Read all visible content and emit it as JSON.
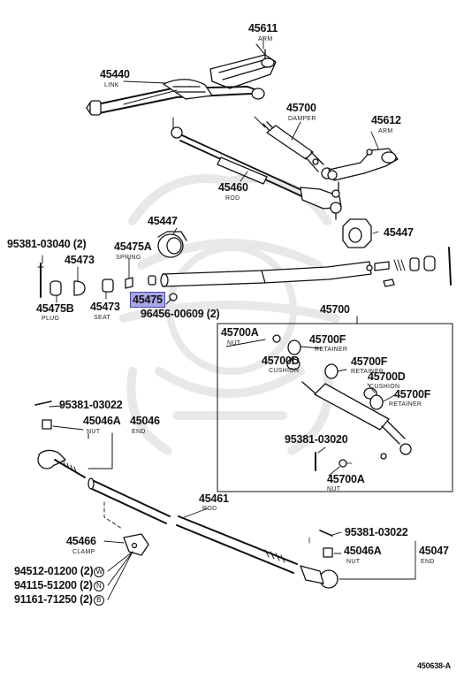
{
  "parts": {
    "p45611": {
      "num": "45611",
      "name": "ARM"
    },
    "p45440": {
      "num": "45440",
      "name": "LINK"
    },
    "p45700_damper": {
      "num": "45700",
      "name": "DAMPER"
    },
    "p45612": {
      "num": "45612",
      "name": "ARM"
    },
    "p45460": {
      "num": "45460",
      "name": "ROD"
    },
    "p45447_left": {
      "num": "45447"
    },
    "p45447_right": {
      "num": "45447"
    },
    "p95381_03040": {
      "num": "95381-03040 (2)"
    },
    "p45475A": {
      "num": "45475A",
      "name": "SPRING"
    },
    "p45473_top": {
      "num": "45473"
    },
    "p45475": {
      "num": "45475"
    },
    "p45475B": {
      "num": "45475B",
      "name": "PLUG"
    },
    "p45473_seat": {
      "num": "45473",
      "name": "SEAT"
    },
    "p96456": {
      "num": "96456-00609 (2)"
    },
    "p45700_kit": {
      "num": "45700"
    },
    "p45700A_nut_top": {
      "num": "45700A",
      "name": "NUT"
    },
    "p45700F_1": {
      "num": "45700F",
      "name": "RETAINER"
    },
    "p45700D_1": {
      "num": "45700D",
      "name": "CUSHION"
    },
    "p45700F_2": {
      "num": "45700F",
      "name": "RETAINER"
    },
    "p45700D_2": {
      "num": "45700D",
      "name": "CUSHION"
    },
    "p45700F_3": {
      "num": "45700F",
      "name": "RETAINER"
    },
    "p95381_03020": {
      "num": "95381-03020"
    },
    "p45700A_nut_bottom": {
      "num": "45700A",
      "name": "NUT"
    },
    "p95381_03022_left": {
      "num": "95381-03022"
    },
    "p45046A_left": {
      "num": "45046A",
      "name": "NUT"
    },
    "p45046": {
      "num": "45046",
      "name": "END"
    },
    "p45461": {
      "num": "45461",
      "name": "ROD"
    },
    "p45466": {
      "num": "45466",
      "name": "CLAMP"
    },
    "p95381_03022_right": {
      "num": "95381-03022"
    },
    "p45046A_right": {
      "num": "45046A",
      "name": "NUT"
    },
    "p45047": {
      "num": "45047",
      "name": "END"
    }
  },
  "clamp_refs": [
    {
      "num": "94512-01200 (2)",
      "symbol": "W"
    },
    {
      "num": "94115-51200 (2)",
      "symbol": "N"
    },
    {
      "num": "91161-71250 (2)",
      "symbol": "B"
    }
  ],
  "figure_code": "450638-A",
  "highlight_color": "#a9a6e6"
}
